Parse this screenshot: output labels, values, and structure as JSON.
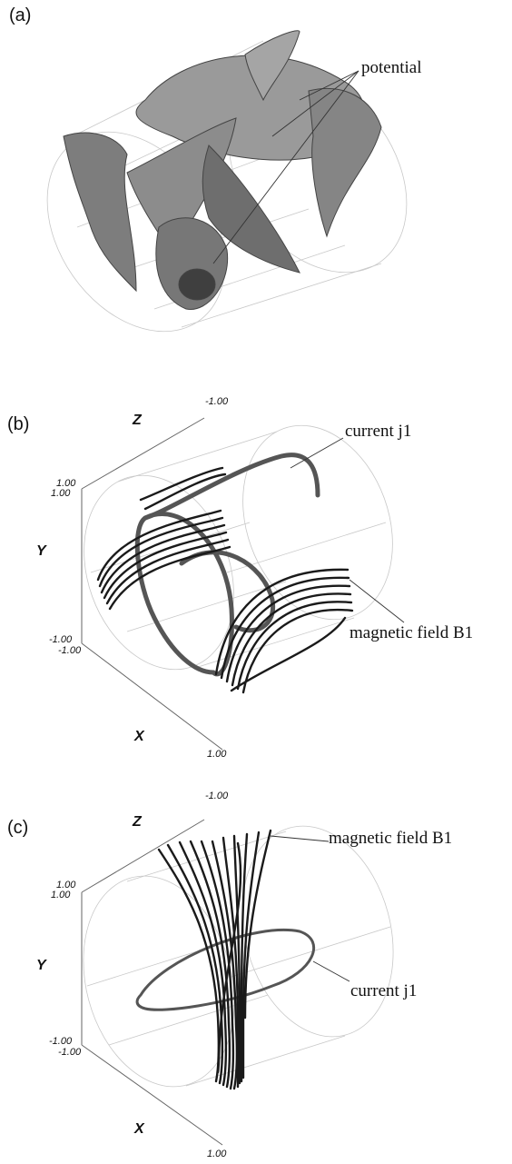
{
  "panels": [
    {
      "label": "(a)",
      "annotations": [
        "potential"
      ]
    },
    {
      "label": "(b)",
      "annotations": [
        "current j1",
        "magnetic field B1"
      ],
      "axes": {
        "x": "X",
        "y": "Y",
        "z": "Z"
      },
      "ticks": {
        "z_end": "-1.00",
        "y_top": "1.00",
        "y_top2": "1.00",
        "y_bottom": "-1.00",
        "y_bottom2": "-1.00",
        "x_end": "1.00"
      }
    },
    {
      "label": "(c)",
      "annotations": [
        "magnetic field B1",
        "current j1"
      ],
      "axes": {
        "x": "X",
        "y": "Y",
        "z": "Z"
      },
      "ticks": {
        "z_end": "-1.00",
        "y_top": "1.00",
        "y_top2": "1.00",
        "y_bottom": "-1.00",
        "y_bottom2": "-1.00",
        "x_end": "1.00"
      }
    }
  ],
  "colors": {
    "wireframe": "#c8c8c8",
    "surface": "#8a8a8a",
    "fieldline": "#1a1a1a",
    "current": "#555555"
  }
}
